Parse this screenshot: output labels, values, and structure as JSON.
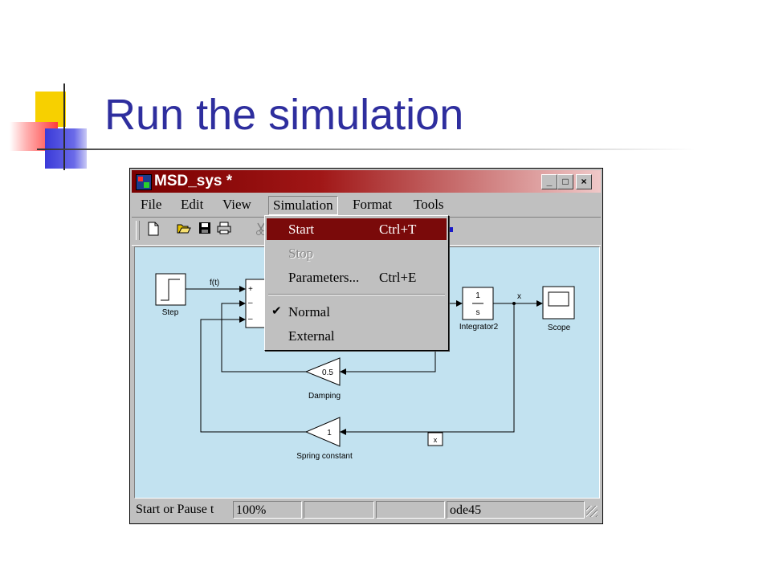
{
  "slide": {
    "title": "Run the simulation"
  },
  "window": {
    "title": "MSD_sys *",
    "buttons": {
      "minimize": "_",
      "maximize": "□",
      "close": "×"
    }
  },
  "menubar": {
    "items": [
      {
        "label": "File"
      },
      {
        "label": "Edit"
      },
      {
        "label": "View"
      },
      {
        "label": "Simulation"
      },
      {
        "label": "Format"
      },
      {
        "label": "Tools"
      }
    ]
  },
  "toolbar": {
    "icons": [
      "new-icon",
      "open-icon",
      "save-icon",
      "print-icon",
      "cut-icon",
      "run-icon"
    ]
  },
  "simulation_menu": {
    "items": [
      {
        "label": "Start",
        "shortcut": "Ctrl+T",
        "state": "highlighted"
      },
      {
        "label": "Stop",
        "shortcut": "",
        "state": "disabled"
      },
      {
        "label": "Parameters...",
        "shortcut": "Ctrl+E",
        "state": "normal"
      },
      {
        "label": "Normal",
        "shortcut": "",
        "state": "checked"
      },
      {
        "label": "External",
        "shortcut": "",
        "state": "normal"
      }
    ]
  },
  "diagram": {
    "step": {
      "label": "Step"
    },
    "signal_ft": "f(t)",
    "sum_signs": [
      "+",
      "–",
      "–"
    ],
    "integrator": {
      "num": "1",
      "den": "s",
      "label": "Integrator2"
    },
    "signal_x": "x",
    "scope": {
      "label": "Scope"
    },
    "damping": {
      "gain": "0.5",
      "label": "Damping"
    },
    "spring": {
      "gain": "1",
      "label": "Spring constant"
    },
    "x_block": "x"
  },
  "statusbar": {
    "status": "Start or Pause t",
    "zoom": "100%",
    "blank1": "",
    "blank2": "",
    "solver": "ode45"
  }
}
